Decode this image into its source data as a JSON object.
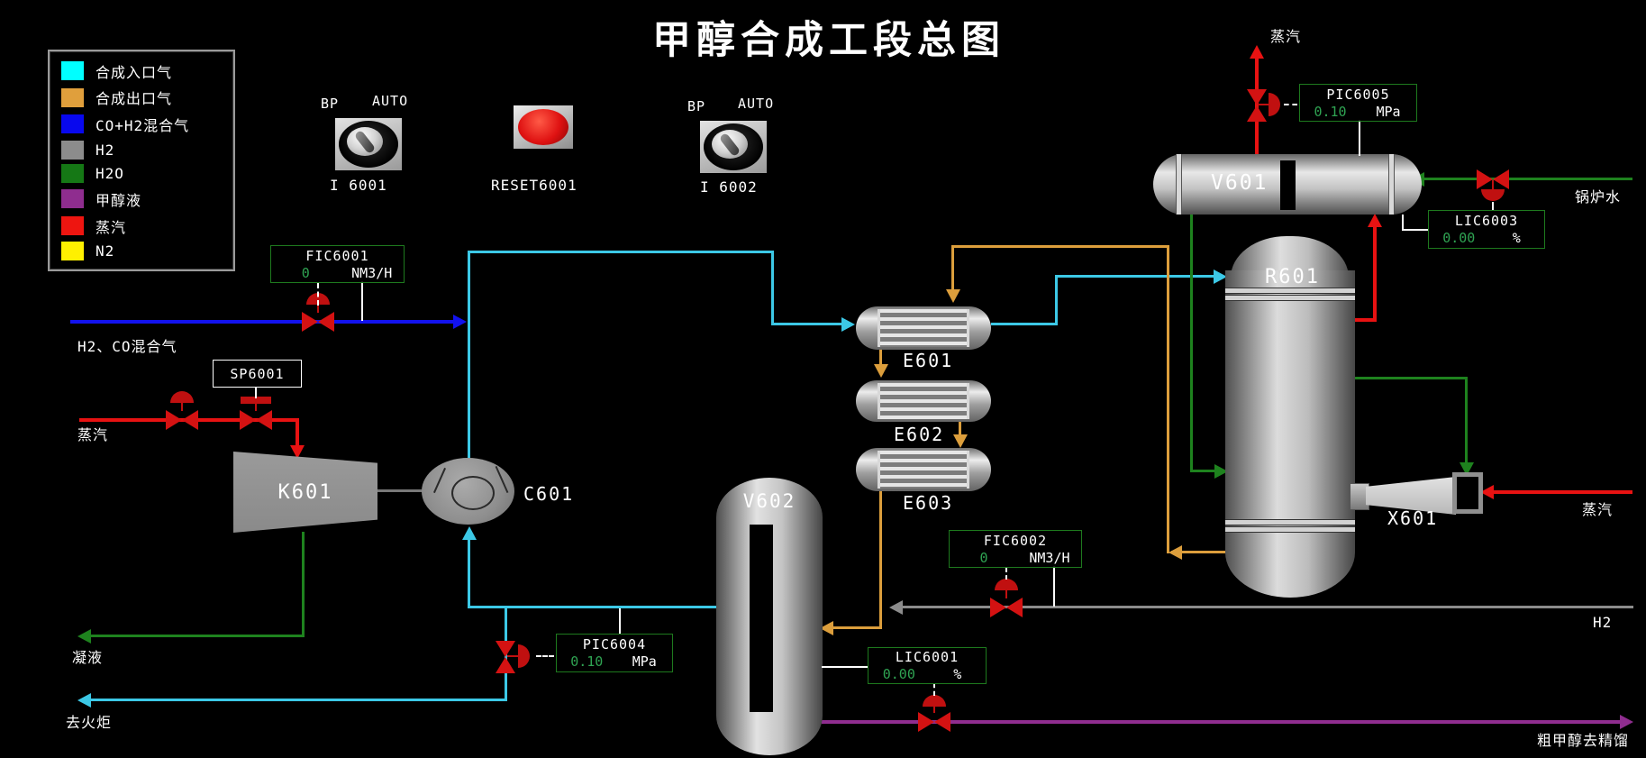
{
  "title": "甲醇合成工段总图",
  "legend": {
    "items": [
      {
        "label": "合成入口气",
        "color": "#00FFFF"
      },
      {
        "label": "合成出口气",
        "color": "#E09F3C"
      },
      {
        "label": "CO+H2混合气",
        "color": "#0808EE"
      },
      {
        "label": "H2",
        "color": "#8C8C8C"
      },
      {
        "label": "H2O",
        "color": "#157815"
      },
      {
        "label": "甲醇液",
        "color": "#8F2D8F"
      },
      {
        "label": "蒸汽",
        "color": "#EE1510"
      },
      {
        "label": "N2",
        "color": "#FFF000"
      }
    ]
  },
  "controls": {
    "switch1": {
      "bp": "BP",
      "auto": "AUTO",
      "tag": "I 6001"
    },
    "switch2": {
      "bp": "BP",
      "auto": "AUTO",
      "tag": "I 6002"
    },
    "reset": {
      "tag": "RESET6001"
    }
  },
  "instruments": {
    "fic6001": {
      "tag": "FIC6001",
      "value": "0",
      "unit": "NM3/H"
    },
    "sp6001": {
      "tag": "SP6001"
    },
    "fic6002": {
      "tag": "FIC6002",
      "value": "0",
      "unit": "NM3/H"
    },
    "pic6004": {
      "tag": "PIC6004",
      "value": "0.10",
      "unit": "MPa"
    },
    "pic6005": {
      "tag": "PIC6005",
      "value": "0.10",
      "unit": "MPa"
    },
    "lic6001": {
      "tag": "LIC6001",
      "value": "0.00",
      "unit": "%"
    },
    "lic6003": {
      "tag": "LIC6003",
      "value": "0.00",
      "unit": "%"
    }
  },
  "equipment": {
    "k601": "K601",
    "c601": "C601",
    "e601": "E601",
    "e602": "E602",
    "e603": "E603",
    "v601": "V601",
    "v602": "V602",
    "r601": "R601",
    "x601": "X601"
  },
  "streams": {
    "h2co_mix": "H2、CO混合气",
    "steam_left": "蒸汽",
    "condensate": "凝液",
    "flare": "去火炬",
    "steam_top": "蒸汽",
    "boiler_water": "锅炉水",
    "steam_right": "蒸汽",
    "h2": "H2",
    "crude_methanol": "粗甲醇去精馏"
  },
  "colors": {
    "syn_inlet_cyan": "#3CC8E6",
    "syn_outlet_orange": "#DC9E3C",
    "co_h2_blue": "#1212EE",
    "h2_gray": "#8C8C8C",
    "water_green": "#1E821E",
    "methanol_purple": "#8F2D8F",
    "steam_red": "#E81212",
    "valve_red": "#D41212",
    "instrument_border_green": "#1E7A1E",
    "value_green": "#2FA352"
  }
}
